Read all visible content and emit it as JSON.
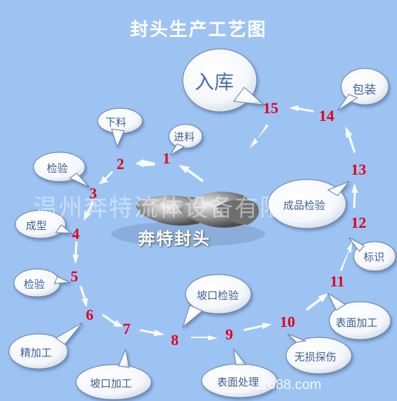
{
  "title": "封头生产工艺图",
  "center_label": "奔特封头",
  "watermark": "温州奔特流体设备有限公司",
  "footer": "83.1688.com",
  "steps": [
    {
      "num": "1",
      "label": "进料"
    },
    {
      "num": "2",
      "label": "下料"
    },
    {
      "num": "3",
      "label": "检验"
    },
    {
      "num": "4",
      "label": "成型"
    },
    {
      "num": "5",
      "label": "检验"
    },
    {
      "num": "6",
      "label": "精加工"
    },
    {
      "num": "7",
      "label": "坡口加工"
    },
    {
      "num": "8",
      "label": "坡口检验"
    },
    {
      "num": "9",
      "label": "表面处理"
    },
    {
      "num": "10",
      "label": "无损探伤"
    },
    {
      "num": "11",
      "label": "表面加工"
    },
    {
      "num": "12",
      "label": "标识"
    },
    {
      "num": "13",
      "label": "成品检验"
    },
    {
      "num": "14",
      "label": "包装"
    },
    {
      "num": "15",
      "label": "入库"
    }
  ],
  "colors": {
    "background": "#9dc3f3",
    "number": "#e3001b",
    "bubble_text": "#3c5f96",
    "arrow": "#ffffff"
  }
}
